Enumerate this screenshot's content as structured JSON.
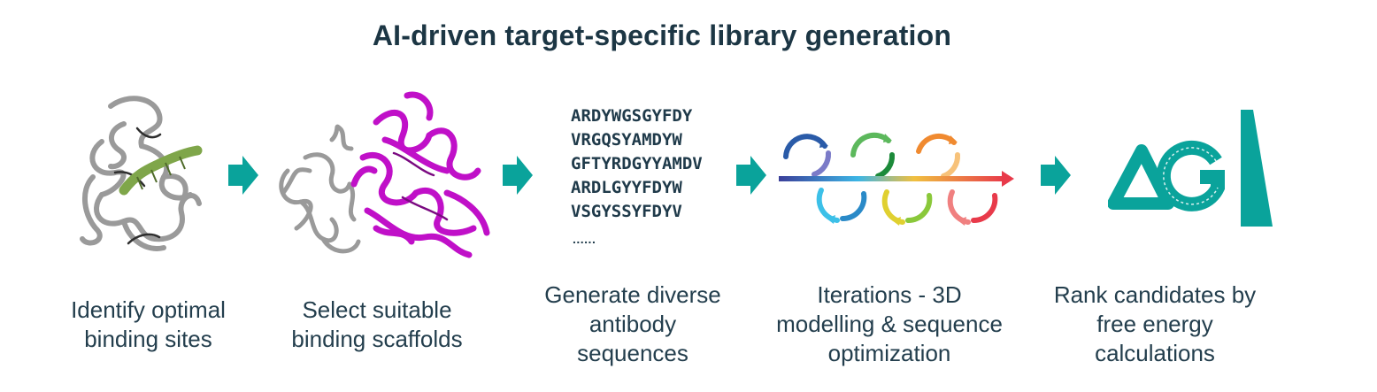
{
  "title": "AI-driven target-specific library generation",
  "steps": [
    {
      "label_line1": "Identify optimal",
      "label_line2": "binding sites"
    },
    {
      "label_line1": "Select suitable",
      "label_line2": "binding scaffolds"
    },
    {
      "label_line1": "Generate diverse",
      "label_line2": "antibody",
      "label_line3": "sequences"
    },
    {
      "label_line1": "Iterations -  3D",
      "label_line2": "modelling & sequence",
      "label_line3": "optimization"
    },
    {
      "label_line1": "Rank candidates by",
      "label_line2": "free energy",
      "label_line3": "calculations"
    }
  ],
  "sequences": [
    "ARDYWGSGYFDY",
    "VRGQSYAMDYW",
    "GFTYRDGYYAMDV",
    "ARDLGYYFDYW",
    "VSGYSSYFDYV"
  ],
  "sequence_ellipsis": "......",
  "colors": {
    "teal": "#0aa39b",
    "protein_gray": "#9a9a9a",
    "helix_green": "#7fa64a",
    "scaffold_magenta": "#c010c8",
    "text": "#233e4d"
  }
}
